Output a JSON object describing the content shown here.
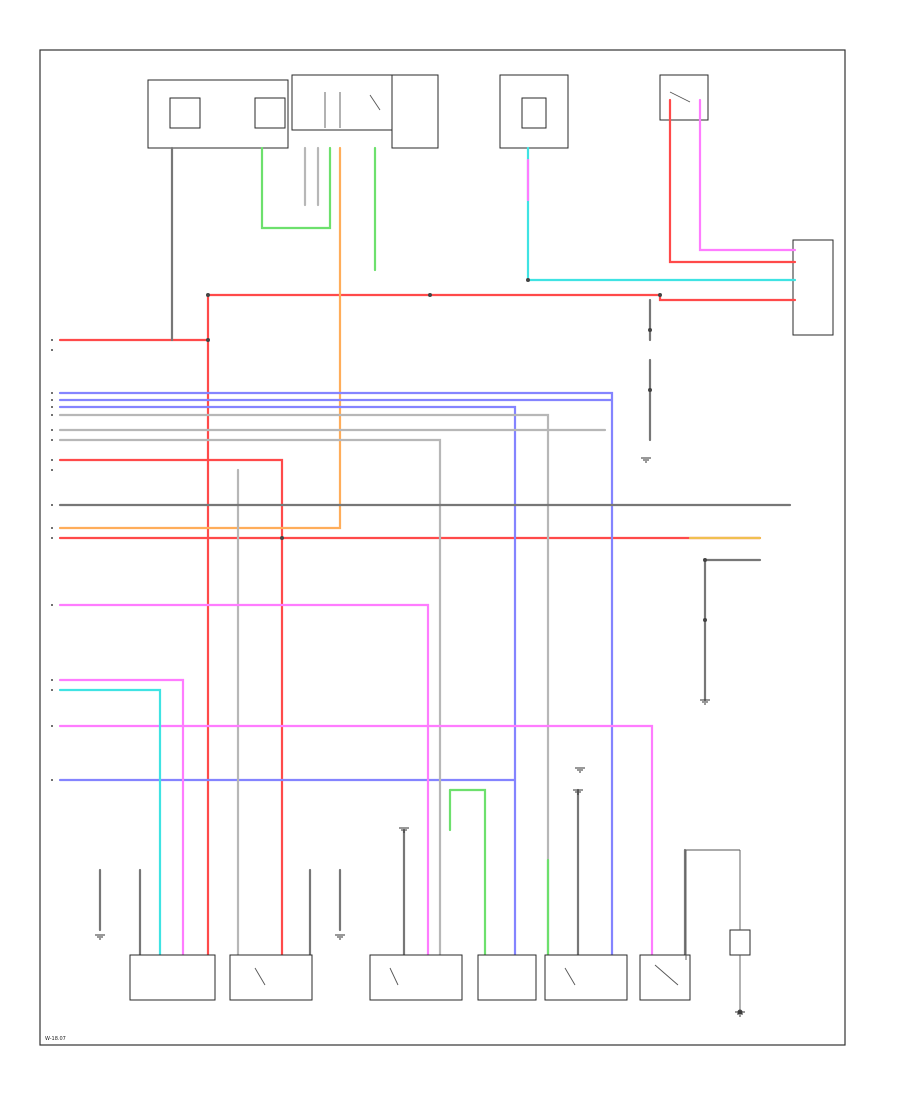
{
  "diagram_ref": "W-18.07",
  "wire_colors": {
    "red": "#ff4a4a",
    "pink": "#ff7cff",
    "blue": "#8484ff",
    "cyan": "#3fe3e3",
    "green": "#6de06d",
    "orange": "#ffad5a",
    "gray": "#b7b7b7",
    "dark": "#777777",
    "yellow": "#f0c050"
  },
  "top_components": [
    {
      "id": "fuse1"
    },
    {
      "id": "fuse2"
    },
    {
      "id": "relay1"
    },
    {
      "id": "fuse3"
    },
    {
      "id": "switch1"
    }
  ],
  "bottom_components": [
    {
      "id": "comp_b1"
    },
    {
      "id": "comp_b2"
    },
    {
      "id": "comp_b3"
    },
    {
      "id": "comp_b4"
    },
    {
      "id": "comp_b5"
    },
    {
      "id": "comp_b6"
    }
  ],
  "ground_points": 8
}
